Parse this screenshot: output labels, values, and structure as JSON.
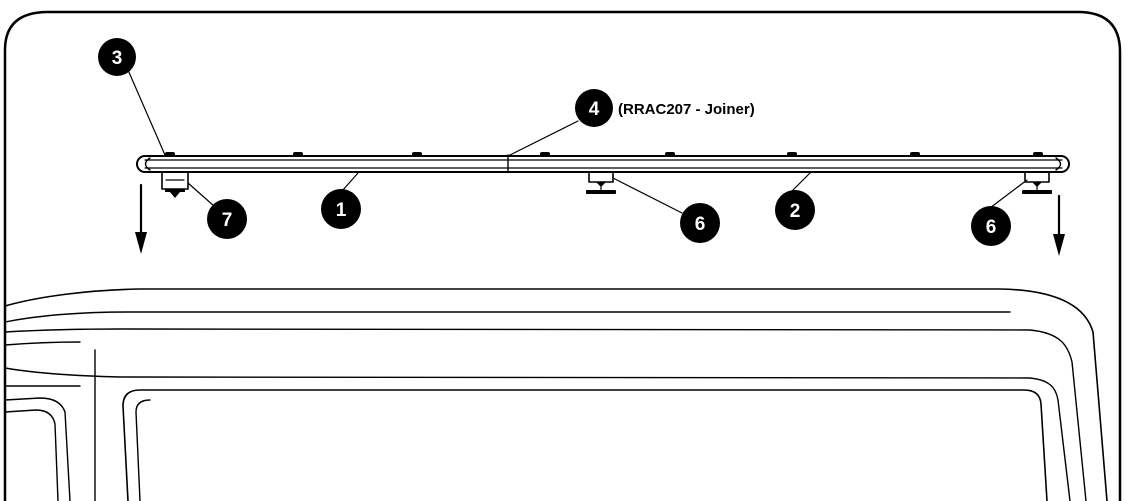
{
  "diagram": {
    "callouts": [
      {
        "id": "c3",
        "number": "3"
      },
      {
        "id": "c4",
        "number": "4",
        "note": "(RRAC207 - Joiner)"
      },
      {
        "id": "c1",
        "number": "1"
      },
      {
        "id": "c7",
        "number": "7"
      },
      {
        "id": "c6a",
        "number": "6"
      },
      {
        "id": "c2",
        "number": "2"
      },
      {
        "id": "c6b",
        "number": "6"
      }
    ],
    "colors": {
      "ink": "#000000",
      "background": "#ffffff"
    }
  }
}
